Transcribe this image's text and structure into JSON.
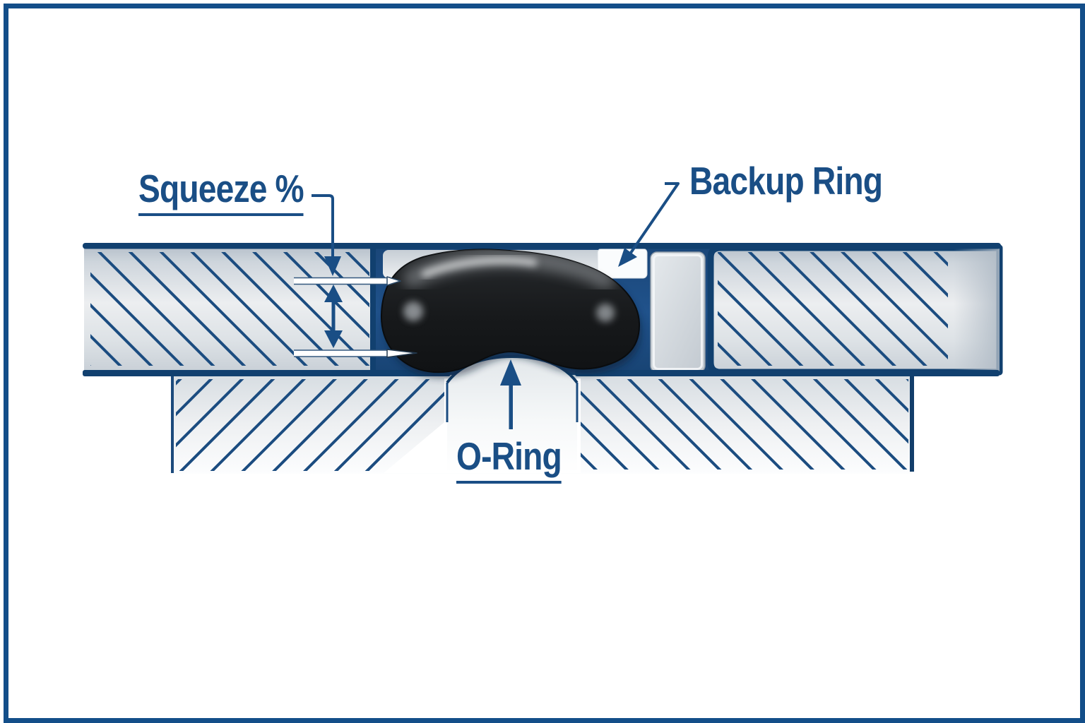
{
  "diagram": {
    "type": "technical-illustration",
    "subject": "O-ring gland cross-section showing squeeze dimension and backup ring",
    "labels": {
      "squeeze": "Squeeze %",
      "backup_ring": "Backup Ring",
      "o_ring": "O-Ring"
    },
    "label_underlines": {
      "squeeze": true,
      "backup_ring": false,
      "o_ring": true
    },
    "colors": {
      "frame_blue": "#134e89",
      "label_blue": "#1a4e85",
      "border_navy": "#11406f",
      "hatch_blue": "#1b4c80",
      "groove_blue": "#20528b",
      "metal_light": "#eceef0",
      "metal_shadow": "#c3ccd4",
      "backup_ring_gray": "#ccd3d9",
      "o_ring_black": "#141618",
      "background": "#ffffff"
    }
  }
}
